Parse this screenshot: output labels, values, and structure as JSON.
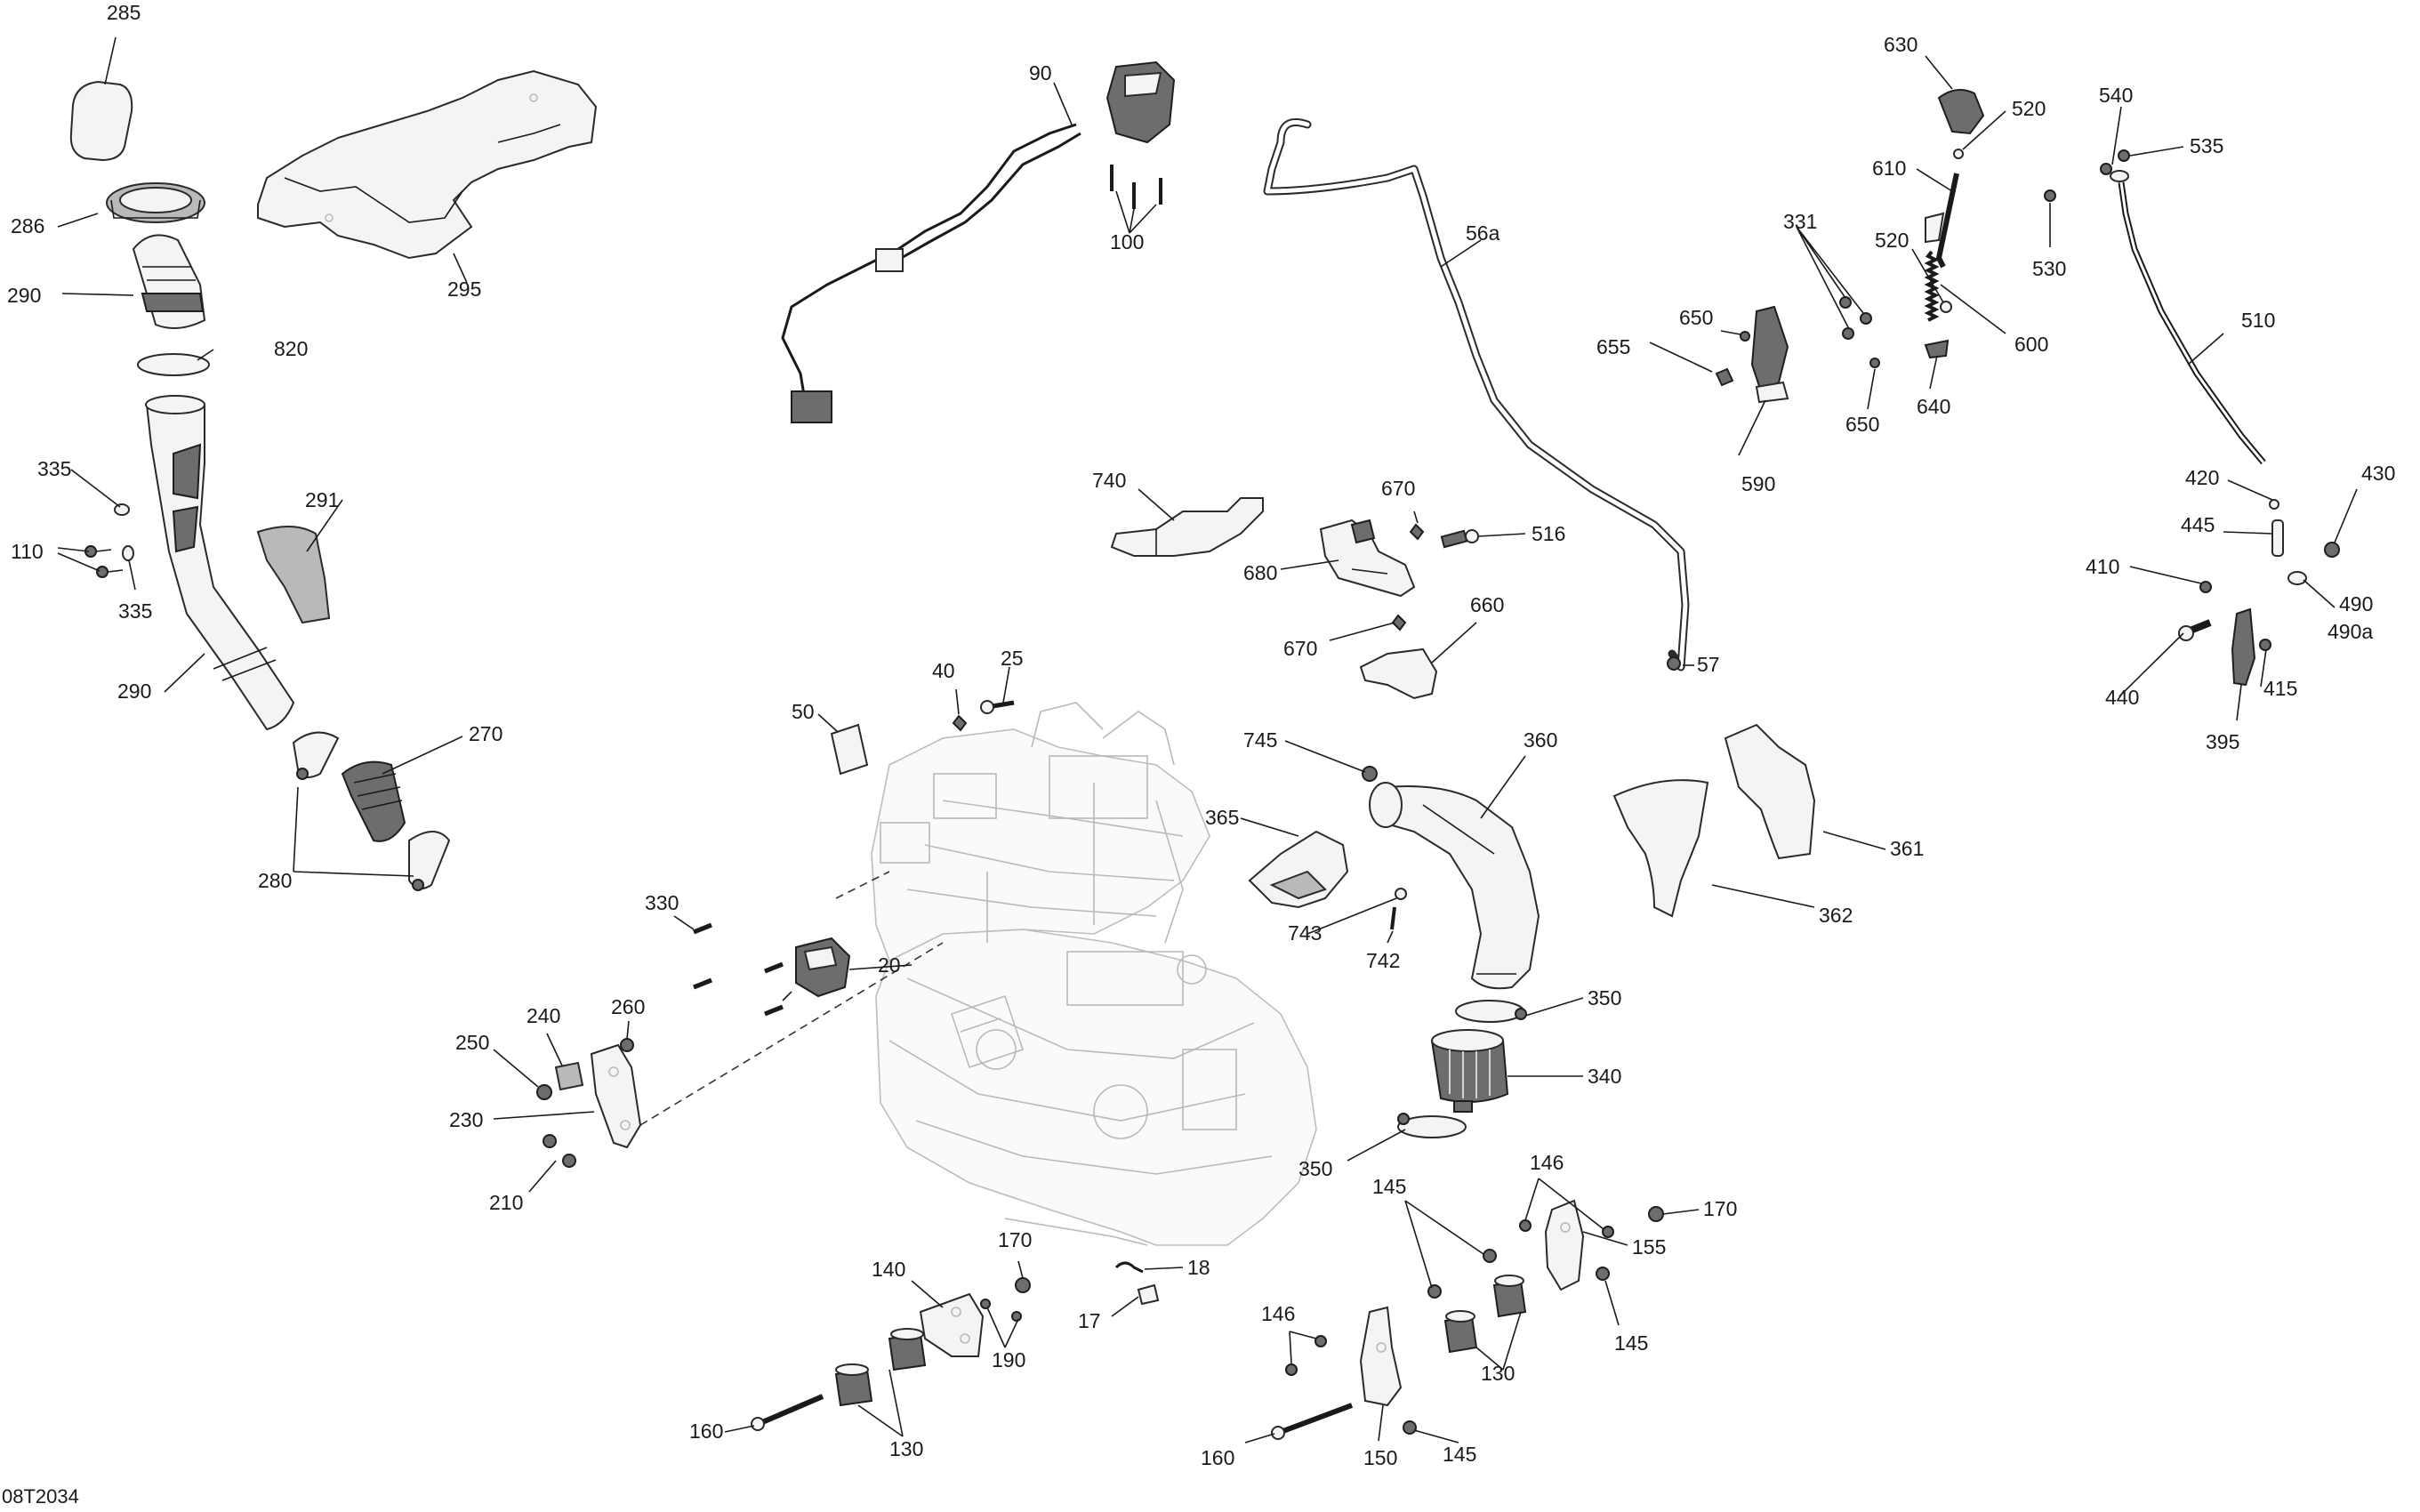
{
  "drawing_code": "08T2034",
  "callouts": [
    "285",
    "286",
    "290",
    "820",
    "335",
    "110",
    "335",
    "291",
    "290",
    "270",
    "280",
    "295",
    "90",
    "100",
    "56a",
    "57",
    "740",
    "670",
    "516",
    "680",
    "670",
    "660",
    "50",
    "40",
    "25",
    "745",
    "360",
    "365",
    "743",
    "742",
    "361",
    "362",
    "330",
    "20",
    "240",
    "260",
    "250",
    "230",
    "210",
    "350",
    "340",
    "350",
    "170",
    "140",
    "18",
    "17",
    "190",
    "160",
    "130",
    "146",
    "145",
    "155",
    "170",
    "145",
    "130",
    "146",
    "150",
    "160",
    "145",
    "630",
    "520",
    "540",
    "535",
    "610",
    "331",
    "520",
    "530",
    "600",
    "655",
    "650",
    "590",
    "650",
    "640",
    "510",
    "420",
    "430",
    "445",
    "410",
    "490",
    "490a",
    "440",
    "415",
    "395"
  ]
}
